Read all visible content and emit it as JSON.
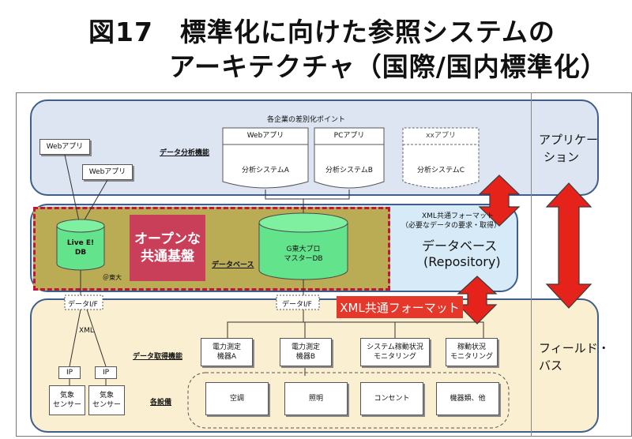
{
  "title": {
    "line1": "図17　標準化に向けた参照システムの",
    "line2": "アーキテクチャ（国際/国内標準化）"
  },
  "colors": {
    "app_layer": "#dde5f2",
    "db_layer": "#d6ebf7",
    "field_layer": "#fbefd2",
    "open_platform": "#b9ac55",
    "open_platform_border": "#c0163c",
    "db_cylinder": "#63e38b",
    "arrow": "#e5231b",
    "xml_bar": "#e5372a"
  },
  "app": {
    "header": "各企業の差別化ポイント",
    "analysis_function": "データ分析機能",
    "web_app_1": "Webアプリ",
    "web_app_2": "Webアプリ",
    "systems": [
      {
        "top": "Webアプリ",
        "bottom": "分析システムA"
      },
      {
        "top": "PCアプリ",
        "bottom": "分析システムB"
      },
      {
        "top": "xxアプリ",
        "bottom": "分析システムC"
      }
    ]
  },
  "db": {
    "xml_format_note_1": "XML共通フォーマット",
    "xml_format_note_2": "（必要なデータの要求・取得）",
    "live_db_1": "Live E!",
    "live_db_2": "DB",
    "open_platform_1": "オープンな",
    "open_platform_2": "共通基盤",
    "database_label": "データベース",
    "gdb_1": "G東大プロ",
    "gdb_2": "マスターDB",
    "utokyo": "＠東大",
    "repository_1": "データベース",
    "repository_2": "(Repository)"
  },
  "field": {
    "data_if_1": "データI/F",
    "data_if_2": "データI/F",
    "xml_common_format": "XML共通フォーマット",
    "xml": "XML",
    "acquisition_function": "データ取得機能",
    "devices_label": "各設備",
    "ip_1": "IP",
    "ip_2": "IP",
    "weather_1": "気象\nセンサー",
    "weather_2": "気象\nセンサー",
    "meters": [
      "電力測定\n機器A",
      "電力測定\n機器B",
      "システム稼動状況\nモニタリング",
      "稼動状況\nモニタリング"
    ],
    "equipment": [
      "空調",
      "照明",
      "コンセント",
      "機器類、他"
    ]
  },
  "side_labels": {
    "application_1": "アプリケー",
    "application_2": "ション",
    "field_bus_1": "フィールド・",
    "field_bus_2": "バス"
  }
}
